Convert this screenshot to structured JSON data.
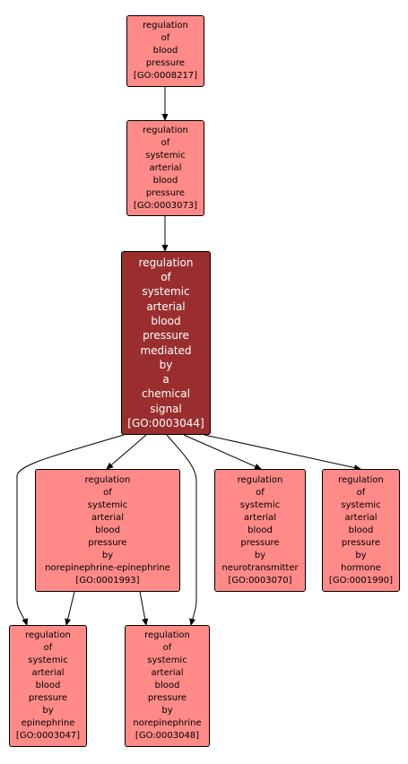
{
  "colors": {
    "node_fill": "#ff8a87",
    "focus_fill": "#9a2e2e",
    "focus_text": "#ffffff",
    "edge": "#000000"
  },
  "nodes": {
    "go_0008217": "regulation\nof\nblood\npressure\n[GO:0008217]",
    "go_0003073": "regulation\nof\nsystemic\narterial\nblood\npressure\n[GO:0003073]",
    "go_0003044": "regulation\nof\nsystemic\narterial\nblood\npressure\nmediated\nby\na\nchemical\nsignal\n[GO:0003044]",
    "go_0001993": "regulation\nof\nsystemic\narterial\nblood\npressure\nby\nnorepinephrine-epinephrine\n[GO:0001993]",
    "go_0003070": "regulation\nof\nsystemic\narterial\nblood\npressure\nby\nneurotransmitter\n[GO:0003070]",
    "go_0001990": "regulation\nof\nsystemic\narterial\nblood\npressure\nby\nhormone\n[GO:0001990]",
    "go_0003047": "regulation\nof\nsystemic\narterial\nblood\npressure\nby\nepinephrine\n[GO:0003047]",
    "go_0003048": "regulation\nof\nsystemic\narterial\nblood\npressure\nby\nnorepinephrine\n[GO:0003048]"
  }
}
